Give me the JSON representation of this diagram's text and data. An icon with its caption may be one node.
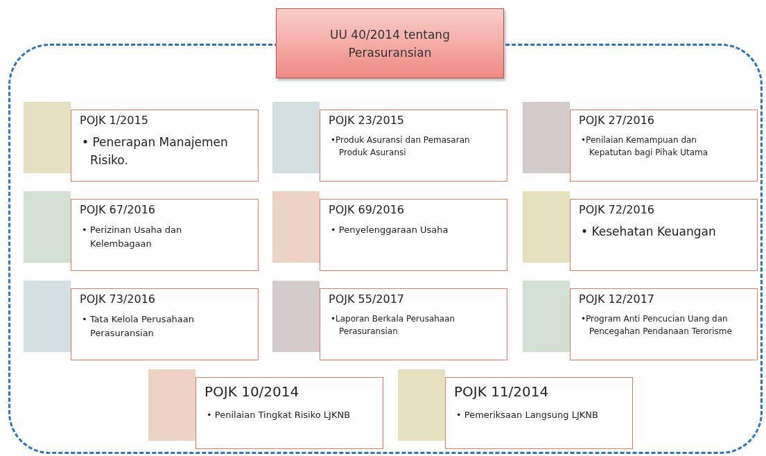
{
  "diagram": {
    "nodes": [
      {
        "text": [
          "UU 40/2014 tentang Perasuransian"
        ]
      },
      {
        "text": [],
        "shape": "box"
      },
      {
        "text": [
          "POJK 1/2015",
          "• Penerapan Manajemen Risiko."
        ],
        "in": 1
      },
      {
        "text": [
          "POJK 23/2015",
          "•Produk Asuransi dan Pemasaran Produk Asuransi"
        ],
        "in": 1
      },
      {
        "text": [
          "POJK 27/2016",
          "•Penilaian Kemampuan dan Kepatutan bagi Pihak Utama"
        ],
        "in": 1
      },
      {
        "text": [
          "POJK 67/2016",
          "• Perizinan Usaha dan Kelembagaan"
        ],
        "in": 1
      },
      {
        "text": [
          "POJK 69/2016",
          "• Penyelenggaraan Usaha"
        ],
        "in": 1
      },
      {
        "text": [
          "POJK 72/2016",
          "• Kesehatan Keuangan"
        ],
        "in": 1
      },
      {
        "text": [
          "POJK 73/2016",
          "• Tata Kelola Perusahaan Perasuransian"
        ],
        "in": 1
      },
      {
        "text": [
          "POJK 55/2017",
          "•Laporan Berkala Perusahaan Perasuransian"
        ],
        "in": 1
      },
      {
        "text": [
          "POJK 12/2017",
          "•Program Anti Pencucian Uang dan Pencegahan Pendanaan Terorisme"
        ],
        "in": 1
      },
      {
        "text": [
          "POJK 10/2014",
          "• Penilaian Tingkat Risiko LJKNB"
        ],
        "in": 1
      },
      {
        "text": [
          "POJK 11/2014",
          "• Pemeriksaan Langsung LJKNB"
        ],
        "in": 1
      }
    ]
  }
}
